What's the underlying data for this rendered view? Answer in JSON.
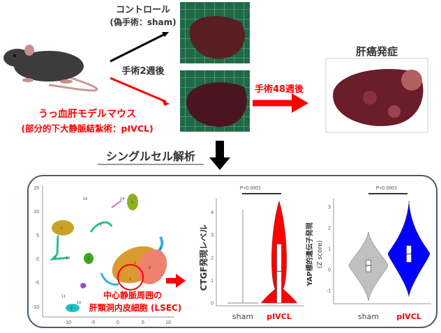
{
  "top": {
    "control_line1": "コントロール",
    "control_line2": "(偽手術：sham)",
    "after_2_weeks": "手術2週後",
    "model_line1": "うっ血肝モデルマウス",
    "model_line2": "(部分的下大静脈結紮術：pIVCL)",
    "after_48_weeks": "手術48週後",
    "cancer_onset": "肝癌発症",
    "single_cell": "シングルセル解析"
  },
  "umap": {
    "x_ticks": [
      "-10",
      "-5",
      "0",
      "5",
      "10"
    ],
    "y_ticks": [
      "15",
      "10",
      "5",
      "0",
      "-5",
      "-10"
    ],
    "cluster_labels": [
      "16",
      "14",
      "6",
      "3",
      "5",
      "7",
      "16",
      "9",
      "4",
      "2",
      "0",
      "1",
      "12",
      "11",
      "8",
      "10"
    ],
    "annotation_line1": "中心静脈周囲の",
    "annotation_line2": "肝類洞内皮細胞 (LSEC)"
  },
  "chart_data": [
    {
      "type": "violin",
      "ylabel": "CTGF発現レベル",
      "categories": [
        "sham",
        "pIVCL"
      ],
      "y_ticks": [
        "0",
        "1",
        "2",
        "3",
        "4"
      ],
      "ylim": [
        0,
        4.6
      ],
      "pvalue": "P<0.0001",
      "series": [
        {
          "name": "sham",
          "color": "#888888",
          "median": 0,
          "max": 4.1
        },
        {
          "name": "pIVCL",
          "color": "#ff0000",
          "median": 1.4,
          "q1": 0,
          "q3": 2.6,
          "max": 4.5
        }
      ]
    },
    {
      "type": "violin",
      "ylabel": "YAP標的遺伝子発現",
      "ylabel2": "(Z score)",
      "categories": [
        "sham",
        "pIVCL"
      ],
      "y_ticks": [
        "3",
        "2",
        "1",
        "0",
        "-1"
      ],
      "ylim": [
        -1.5,
        3.4
      ],
      "pvalue": "P<0.0001",
      "series": [
        {
          "name": "sham",
          "color": "#c0c0c0",
          "median": 0.2,
          "q1": -0.1,
          "q3": 0.45,
          "min": -1.5,
          "max": 1.8
        },
        {
          "name": "pIVCL",
          "color": "#0000ff",
          "median": 0.75,
          "q1": 0.35,
          "q3": 1.15,
          "min": -1.3,
          "max": 3.3
        }
      ]
    }
  ],
  "colors": {
    "accent_red": "#ff0000",
    "box_border": "#4a5a70",
    "violin_blue": "#0000ff"
  }
}
